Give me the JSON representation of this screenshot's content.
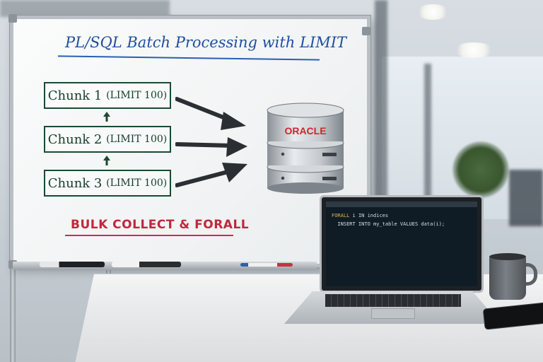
{
  "whiteboard": {
    "title": "PL/SQL Batch Processing with LIMIT",
    "chunks": [
      {
        "label": "Chunk 1",
        "limit": "(LIMIT 100)"
      },
      {
        "label": "Chunk 2",
        "limit": "(LIMIT 100)"
      },
      {
        "label": "Chunk 3",
        "limit": "(LIMIT 100)"
      }
    ],
    "footer": "BULK COLLECT & FORALL"
  },
  "database": {
    "brand": "ORACLE"
  },
  "laptop": {
    "code_lines": [
      {
        "kw": "FORALL",
        "rest": " i IN indices"
      },
      {
        "kw": "",
        "rest": "  INSERT INTO my_table VALUES data(i);"
      }
    ]
  },
  "colors": {
    "title_blue": "#1f4fa0",
    "chunk_green": "#1b4a33",
    "footer_red": "#c0283a",
    "oracle_red": "#d0242d"
  }
}
